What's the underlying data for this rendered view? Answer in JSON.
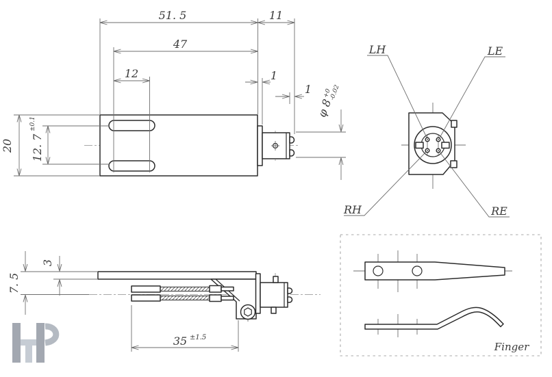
{
  "drawing": {
    "plan_view": {
      "dim_overall": "51. 5",
      "dim_connector": "11",
      "dim_body": "47",
      "dim_slot": "12",
      "dim_flange": "1",
      "dim_terminal": "1",
      "dim_height": "20",
      "dim_slot_spacing": "12. 7",
      "dim_slot_spacing_tol": "±0.1",
      "dim_shaft_dia": "φ 8",
      "dim_shaft_dia_tol_upper": "+0",
      "dim_shaft_dia_tol_lower": "-0.02"
    },
    "end_view": {
      "label_lh": "LH",
      "label_le": "LE",
      "label_rh": "RH",
      "label_re": "RE"
    },
    "side_view": {
      "dim_plate": "3",
      "dim_offset": "7. 5",
      "dim_finger": "35",
      "dim_finger_tol": "±1.5"
    },
    "finger_box": {
      "caption": "Finger"
    },
    "colors": {
      "outline": "#2b2b2b",
      "thin_line": "#6e6e6e",
      "text": "#3a3a3a",
      "watermark_dark": "#a3a8b1",
      "watermark_light": "#c6ccd4",
      "dashed_border": "#a8a8a8"
    }
  }
}
